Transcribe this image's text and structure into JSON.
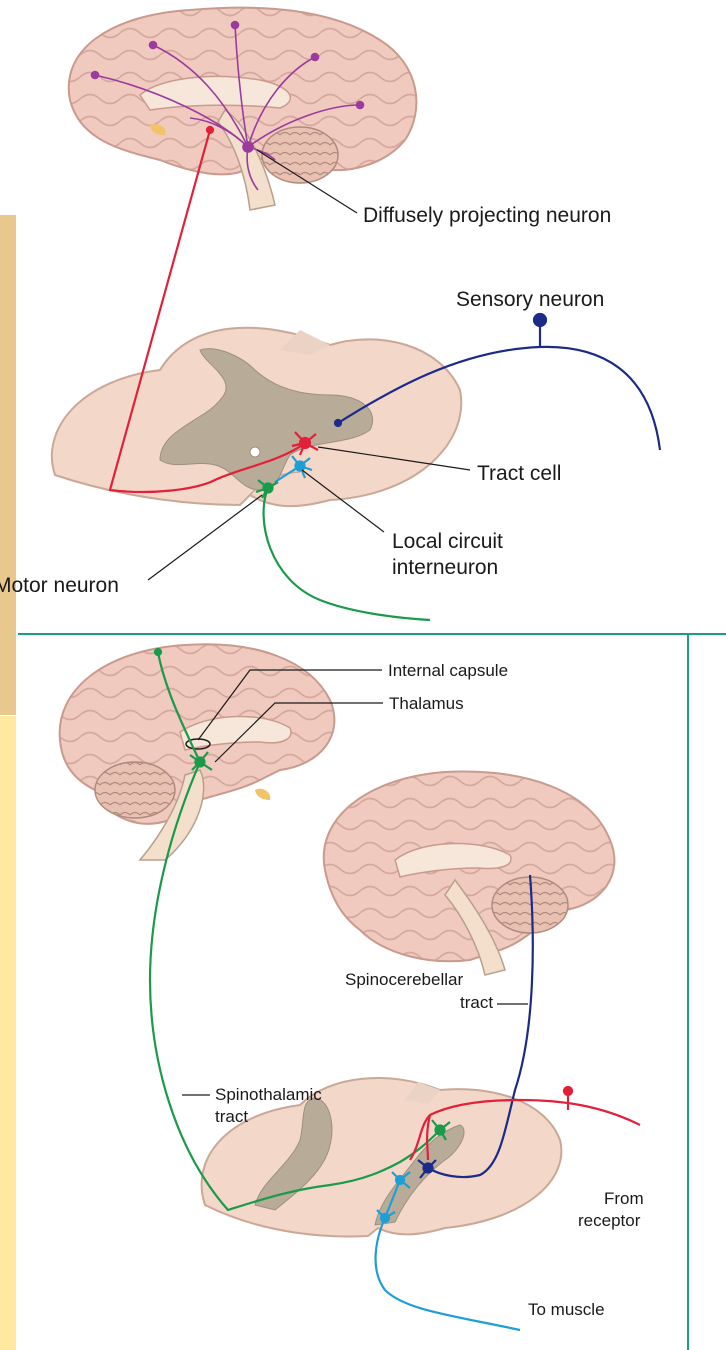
{
  "upper_panel": {
    "labels": {
      "diffusely_projecting": "Diffusely projecting neuron",
      "sensory_neuron": "Sensory neuron",
      "tract_cell": "Tract cell",
      "local_circuit_1": "Local circuit",
      "local_circuit_2": "interneuron",
      "motor_neuron": "Motor neuron"
    }
  },
  "lower_panel": {
    "labels": {
      "internal_capsule": "Internal capsule",
      "thalamus": "Thalamus",
      "spinocerebellar_1": "Spinocerebellar",
      "spinocerebellar_2": "tract",
      "spinothalamic_1": "Spinothalamic",
      "spinothalamic_2": "tract",
      "from_receptor_1": "From",
      "from_receptor_2": "receptor",
      "to_muscle": "To muscle"
    }
  },
  "colors": {
    "brain": "#f0c9bf",
    "brain_outline": "#c99a8e",
    "brainstem": "#f3dfcc",
    "cord": "#f3d7c8",
    "grey_matter": "#b8ab98",
    "divider": "#1aa07a",
    "red": "#e2203a",
    "green": "#1a9a4a",
    "blue": "#1f9ed6",
    "navy": "#1c2a8a",
    "purple": "#9b3b9e",
    "side_tan": "#e8c88c",
    "side_yellow": "#ffe9a0"
  }
}
